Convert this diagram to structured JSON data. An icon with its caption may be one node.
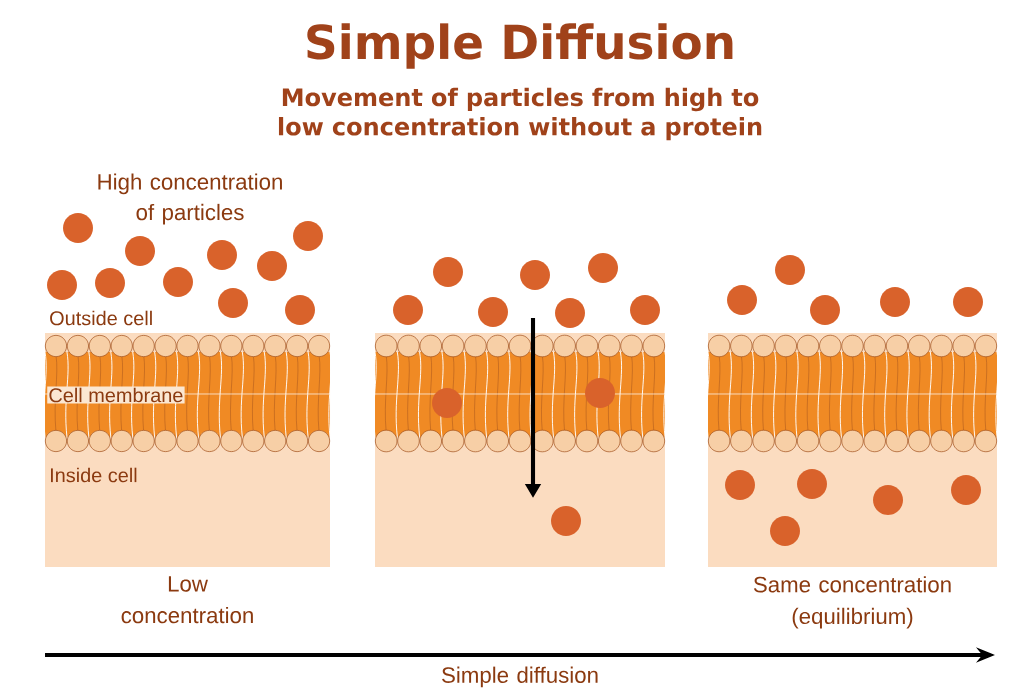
{
  "diagram": {
    "title": "Simple Diffusion",
    "nodes": [
      {
        "text": [
          "Outside cell",
          "Cell membrane",
          "Inside cell"
        ],
        "beside": [
          "Low concentration"
        ]
      },
      {
        "text": [],
        "shape": "box"
      },
      {
        "text": [],
        "shape": "box",
        "beside": [
          "Same concentration (equilibrium)"
        ]
      }
    ],
    "labels": [
      "Movement of particles from high to low concentration without a protein",
      "High concentration of particles",
      "Simple diffusion"
    ]
  }
}
